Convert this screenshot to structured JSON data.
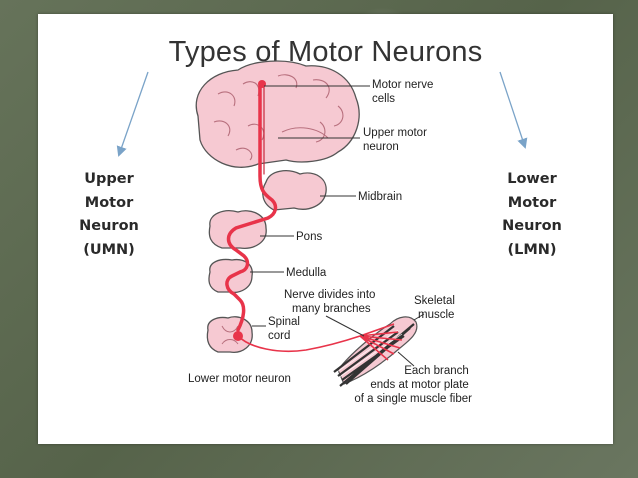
{
  "title": "Types of Motor Neurons",
  "left_type": [
    "Upper",
    "Motor",
    "Neuron",
    "(UMN)"
  ],
  "right_type": [
    "Lower",
    "Motor",
    "Neuron",
    "(LMN)"
  ],
  "labels": {
    "motor_nerve_cells": [
      "Motor nerve",
      "cells"
    ],
    "upper_motor_neuron": [
      "Upper motor",
      "neuron"
    ],
    "midbrain": "Midbrain",
    "pons": "Pons",
    "medulla": "Medulla",
    "nerve_divides": [
      "Nerve divides into",
      "many branches"
    ],
    "skeletal_muscle": [
      "Skeletal",
      "muscle"
    ],
    "spinal_cord": [
      "Spinal",
      "cord"
    ],
    "lower_motor_neuron": "Lower motor neuron",
    "each_branch": [
      "Each branch",
      "ends at motor plate",
      "of a single muscle fiber"
    ]
  },
  "colors": {
    "neuron": "#e8344a",
    "tissue": "#f6c9d2",
    "tissue_outline": "#555555",
    "arrow": "#7aa3c8"
  }
}
